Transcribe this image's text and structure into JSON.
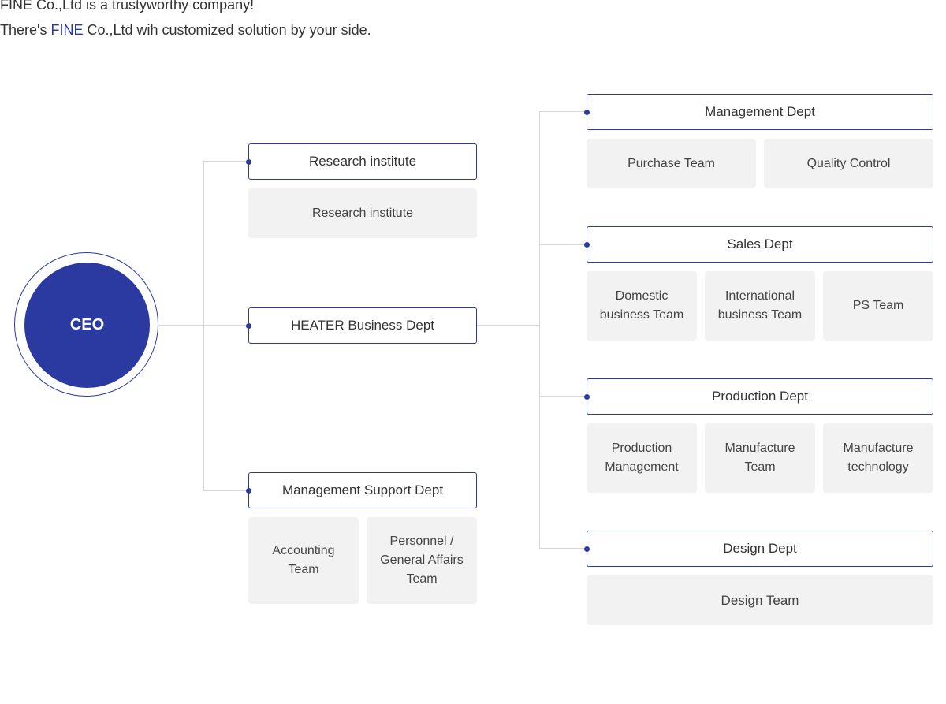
{
  "intro": {
    "line1": "FINE Co.,Ltd is a trustyworthy company!",
    "line2_prefix": "There's ",
    "line2_accent": "FINE",
    "line2_suffix": " Co.,Ltd wih customized solution by your side."
  },
  "colors": {
    "accent": "#2b3aa0",
    "team_bg": "#f2f2f2",
    "connector": "#d6d6d6"
  },
  "org": {
    "ceo": "CEO",
    "research": {
      "label": "Research institute",
      "teams": [
        "Research institute"
      ]
    },
    "heater": {
      "label": "HEATER Business Dept"
    },
    "support": {
      "label": "Management Support Dept",
      "teams": [
        "Accounting Team",
        "Personnel / General Affairs Team"
      ]
    },
    "management": {
      "label": "Management Dept",
      "teams": [
        "Purchase Team",
        "Quality Control"
      ]
    },
    "sales": {
      "label": "Sales Dept",
      "teams": [
        "Domestic business Team",
        "International business Team",
        "PS Team"
      ]
    },
    "production": {
      "label": "Production Dept",
      "teams": [
        "Production Management",
        "Manufacture Team",
        "Manufacture technology"
      ]
    },
    "design": {
      "label": "Design Dept",
      "teams": [
        "Design Team"
      ]
    }
  }
}
